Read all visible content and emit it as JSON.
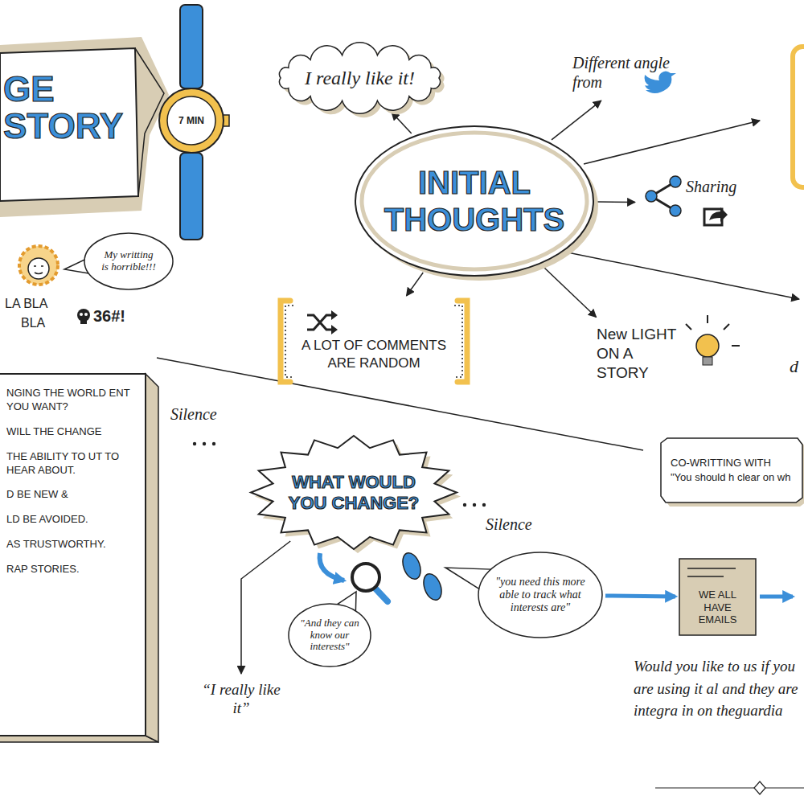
{
  "diagram": {
    "title": "GE STORY",
    "nodes": [
      {
        "text": [
          "7 MIN"
        ]
      },
      {
        "text": [
          "My writting is horrible!!!"
        ]
      },
      {
        "text": [
          "I really like it!"
        ]
      },
      {
        "text": [
          "Different angle from"
        ]
      },
      {
        "text": [
          "INITIAL THOUGHTS"
        ]
      },
      {
        "text": [
          "Sharing"
        ]
      },
      {
        "text": [
          "A LOT OF COMMENTS ARE RANDOM"
        ]
      },
      {
        "text": [
          "New LIGHT ON A STORY"
        ]
      },
      {
        "text": [
          "NGING THE WORLD ENT YOU WANT?",
          "WILL THE CHANGE",
          "THE ABILITY TO UT TO HEAR ABOUT.",
          "D BE NEW &",
          "LD BE AVOIDED.",
          "AS TRUSTWORTHY.",
          "RAP STORIES."
        ]
      },
      {
        "text": [
          "WHAT WOULD YOU CHANGE?"
        ]
      },
      {
        "text": [
          "CO-WRITTING WITH",
          "\"You should h clear on wh"
        ]
      },
      {
        "text": [
          "\"And they can know our interests\""
        ]
      },
      {
        "text": [
          "\"you need this more able to track what interests are\""
        ]
      },
      {
        "text": [
          "“I really like it”"
        ]
      },
      {
        "text": [
          "WE ALL HAVE EMAILS"
        ]
      }
    ],
    "edges": [
      {
        "from": 4,
        "to": 2,
        "arrow": "to"
      },
      {
        "from": 4,
        "to": 3,
        "arrow": "to"
      },
      {
        "from": 4,
        "to": 5,
        "arrow": "to"
      },
      {
        "from": 4,
        "to": 6,
        "arrow": "to"
      },
      {
        "from": 4,
        "to": 7,
        "arrow": "to"
      },
      {
        "from": 9,
        "to": 13,
        "arrow": "to"
      },
      {
        "from": 12,
        "to": 14,
        "arrow": "to"
      }
    ],
    "labels": [
      "LA BLA",
      "BLA",
      "36#!",
      "Silence",
      "Silence",
      "Would you like to us if you are using it al and they are integra in on theguardia",
      "d"
    ]
  }
}
